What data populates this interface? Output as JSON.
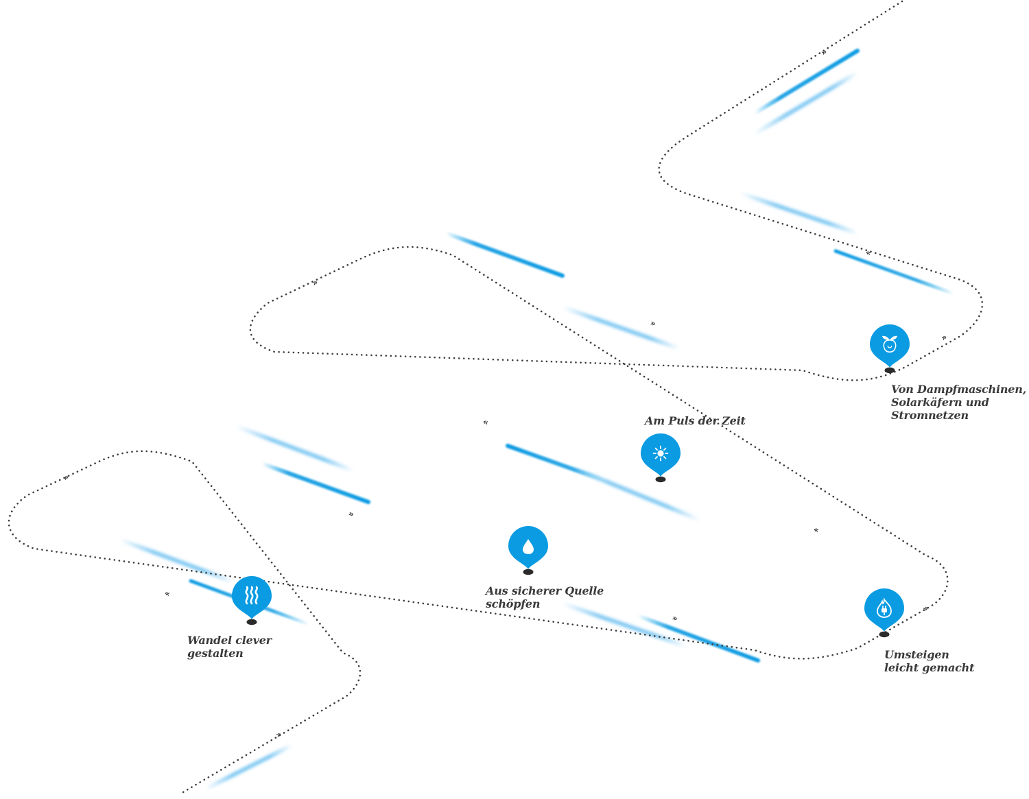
{
  "accent_color": "#0a9be2",
  "accent_light": "#7cc8f2",
  "path_color": "#3c3c3c",
  "stations": [
    {
      "id": "apple",
      "icon": "apple-leaf-icon",
      "lines": [
        "Von Dampfmaschinen,",
        "Solarkäfern und",
        "Stromnetzen"
      ]
    },
    {
      "id": "sun",
      "icon": "sun-icon",
      "lines": [
        "Am Puls der Zeit"
      ]
    },
    {
      "id": "water",
      "icon": "water-drop-icon",
      "lines": [
        "Aus sicherer Quelle",
        "schöpfen"
      ]
    },
    {
      "id": "heat",
      "icon": "heat-waves-icon",
      "lines": [
        "Wandel clever",
        "gestalten"
      ]
    },
    {
      "id": "plug",
      "icon": "flame-plug-icon",
      "lines": [
        "Umsteigen",
        "leicht gemacht"
      ]
    }
  ]
}
